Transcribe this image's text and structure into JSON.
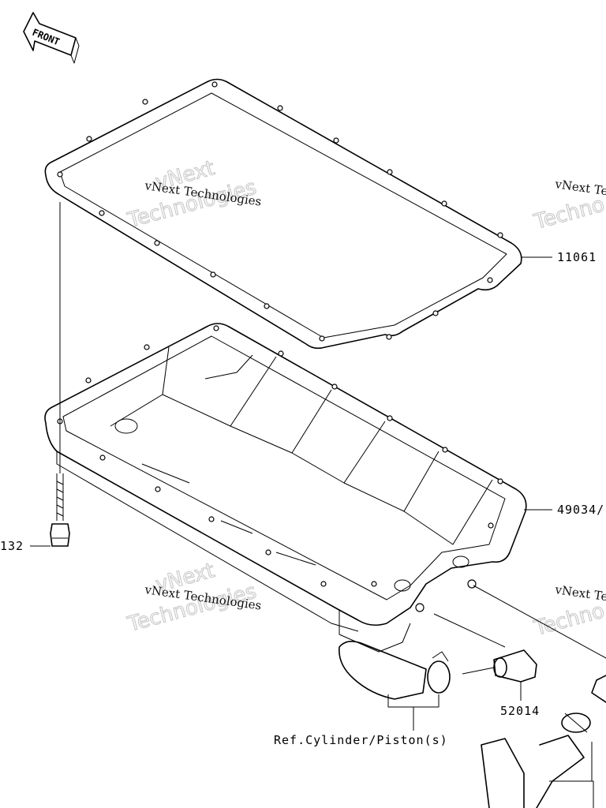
{
  "front_marker": "FRONT",
  "parts": {
    "gasket": "11061",
    "oil_pan": "49034/",
    "bolt": "132",
    "fitting": "52014",
    "reference": "Ref.Cylinder/Piston(s)"
  },
  "watermarks": {
    "line1": "vNext Technologies",
    "line2": "vNext",
    "line3": "Technologies",
    "edge_top": "vNext Te",
    "edge_top_big": "Techno",
    "edge_mid": "vNext Te",
    "edge_mid_big": "Techno"
  }
}
